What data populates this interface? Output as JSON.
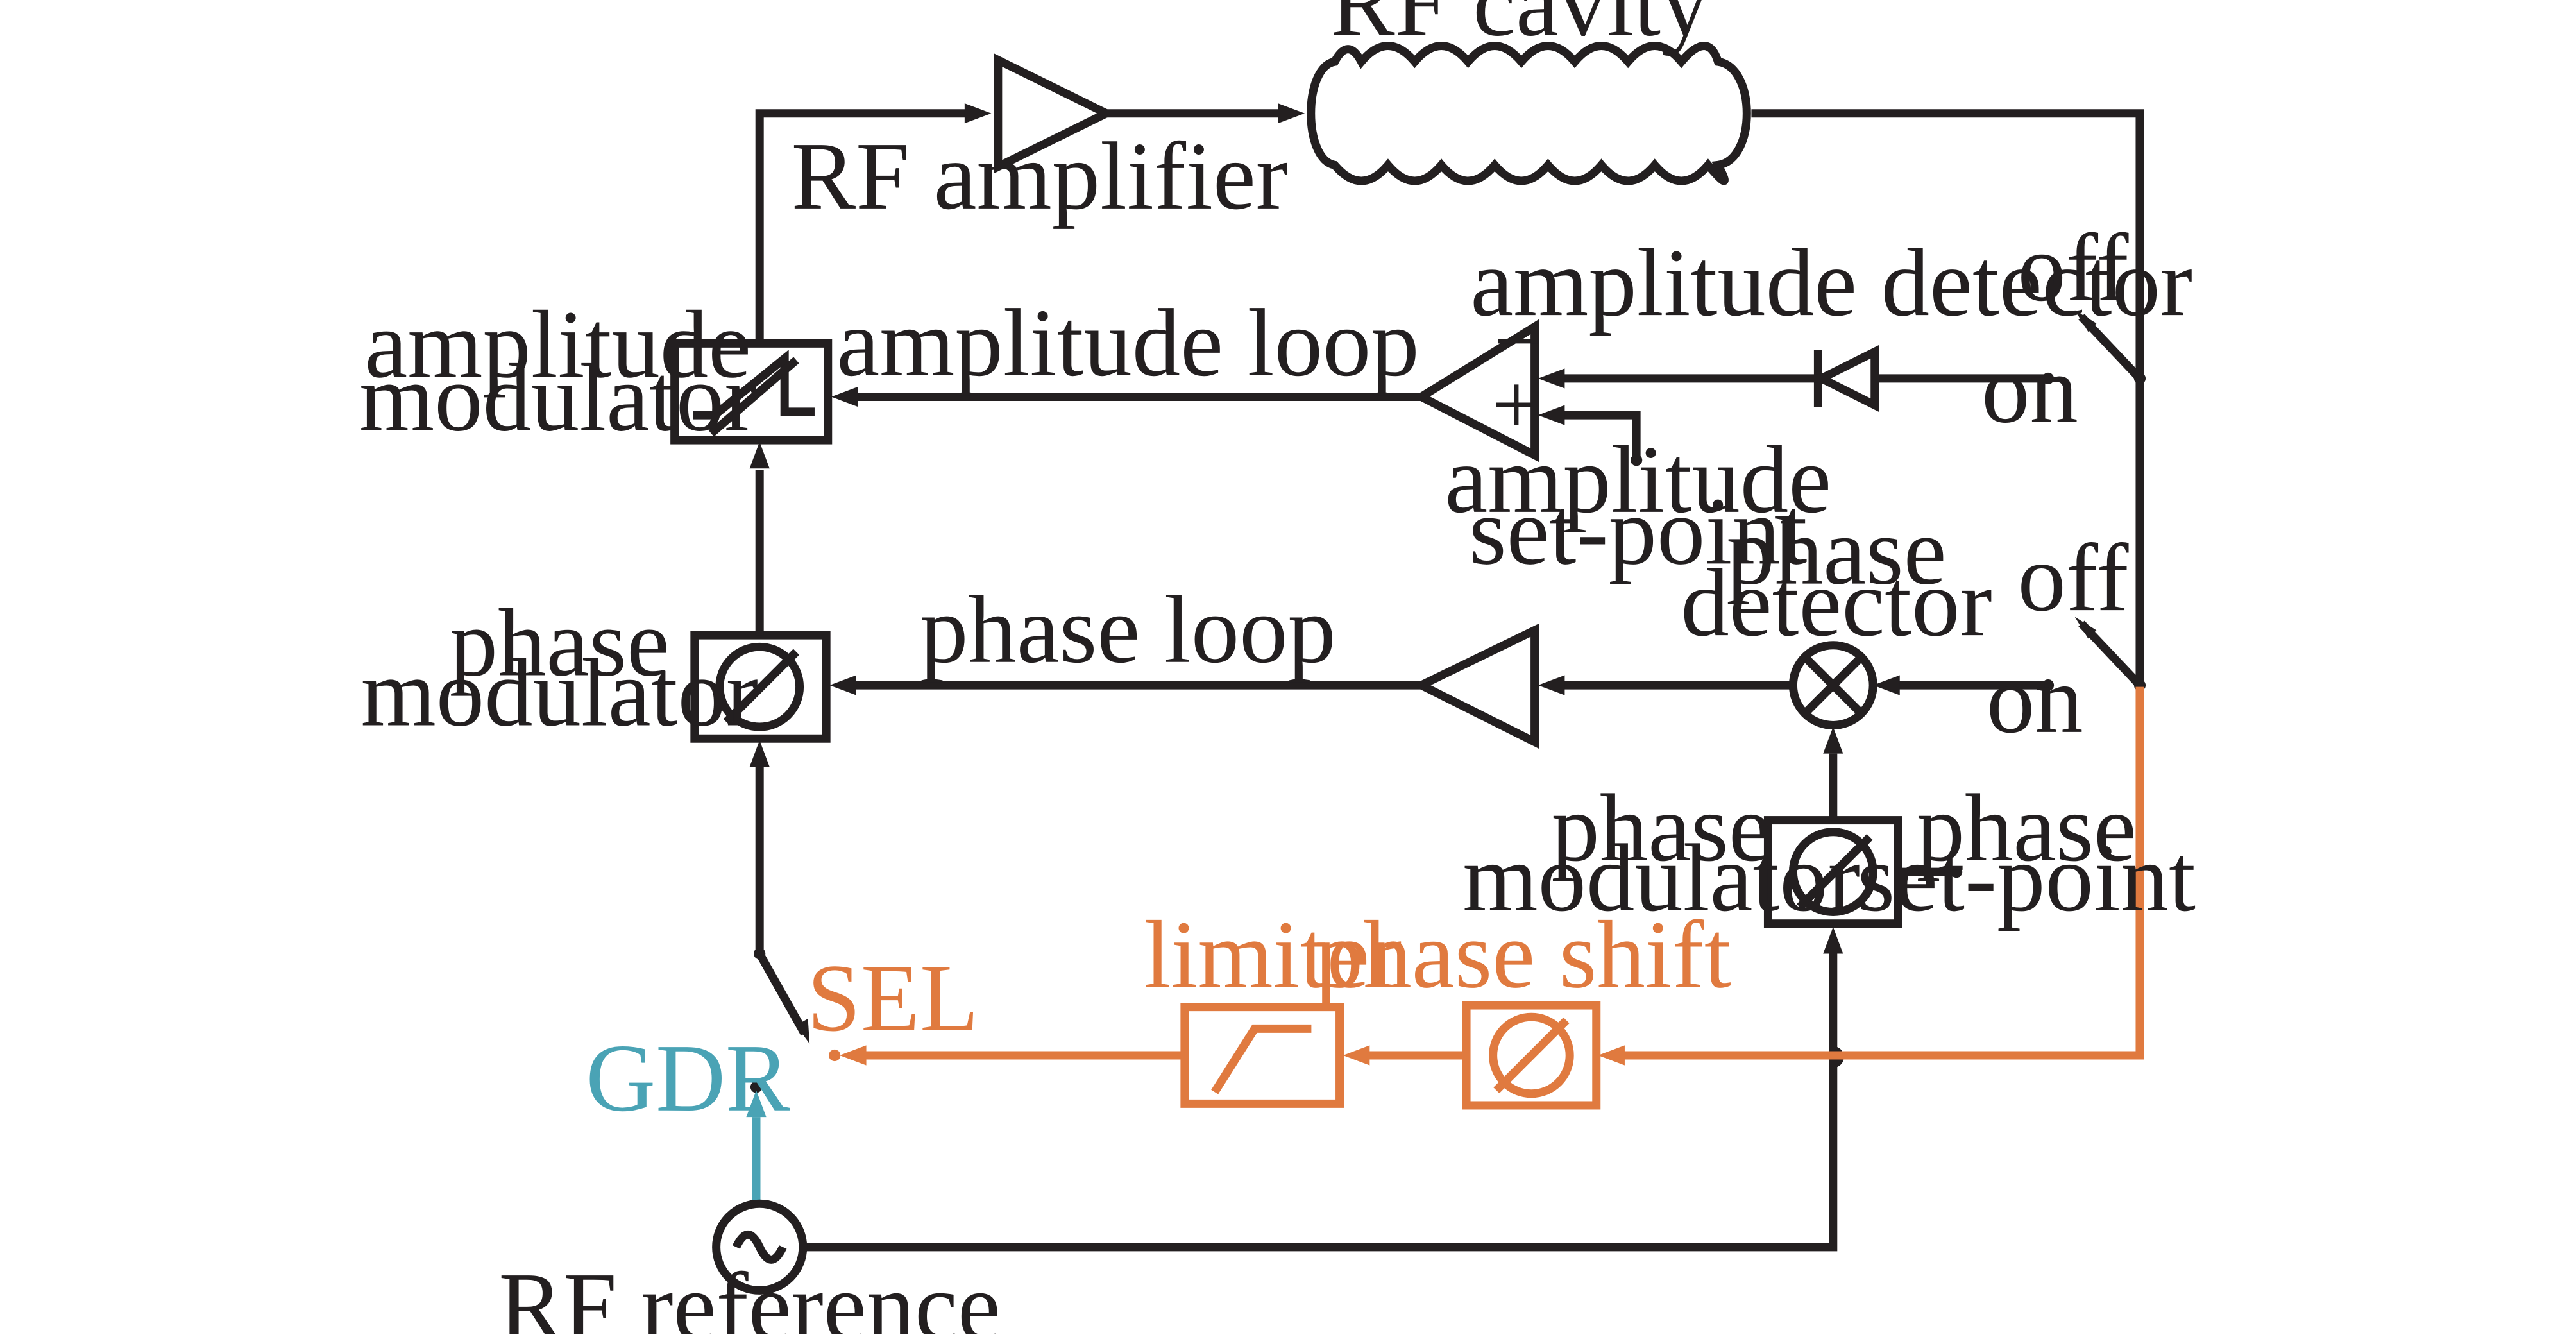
{
  "colors": {
    "main": "#231f20",
    "sel_path": "#e07a3f",
    "gdr_path": "#4aa3b5"
  },
  "labels": {
    "rf_cavity": "RF cavity",
    "rf_amplifier": "RF amplifier",
    "amplitude_detector": "amplitude detector",
    "amplitude_loop": "amplitude loop",
    "amp_mod_line1": "amplitude",
    "amp_mod_line2": "modulator",
    "amp_setpoint_line1": "amplitude",
    "amp_setpoint_line2": "set-point",
    "minus_sign": "−",
    "plus_sign": "+",
    "off_top": "off",
    "on_top": "on",
    "off_bottom": "off",
    "on_bottom": "on",
    "phase_loop": "phase loop",
    "phase_mod_left_line1": "phase",
    "phase_mod_left_line2": "modulator",
    "phase_detector_line1": "phase",
    "phase_detector_line2": "detector",
    "phase_mod_right_line1": "phase",
    "phase_mod_right_line2": "modulator",
    "phase_setpoint_line1": "phase",
    "phase_setpoint_line2": "set-point",
    "limiter": "limiter",
    "phase_shift": "phase shift",
    "sel": "SEL",
    "gdr": "GDR",
    "rf_reference": "RF reference"
  }
}
